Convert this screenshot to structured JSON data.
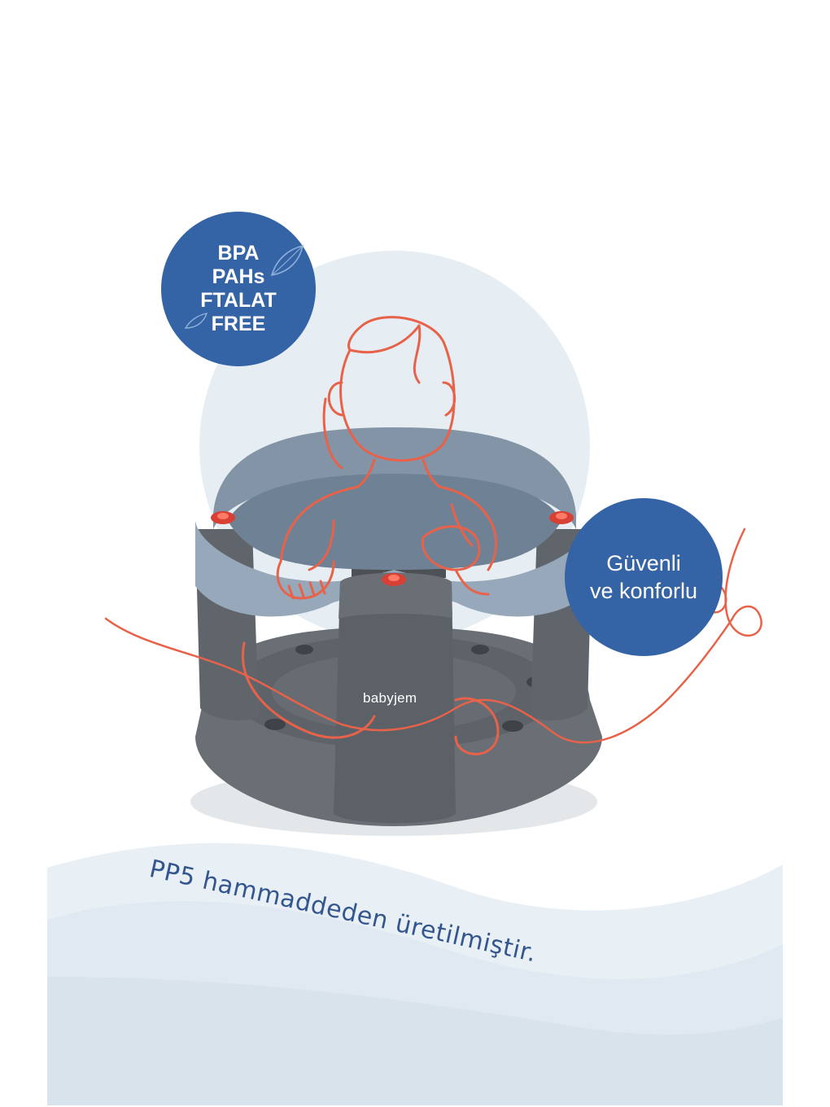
{
  "badges": {
    "bpa_free": {
      "line1": "BPA",
      "line2": "PAHs",
      "line3": "FTALAT",
      "line4": "FREE"
    },
    "safe_comfort": {
      "line1": "Güvenli",
      "line2": "ve konforlu"
    }
  },
  "product": {
    "brand": "babyjem"
  },
  "material_caption": "PP5 hammaddeden üretilmiştir.",
  "colors": {
    "badge_blue": "#3564a6",
    "seat_dark": "#6c7178",
    "seat_light": "#8fa1b3",
    "line_art": "#e8624a",
    "backdrop": "#e6eef3"
  },
  "icons": {
    "leaf": "leaf-icon",
    "child_outline": "child-line-art"
  }
}
